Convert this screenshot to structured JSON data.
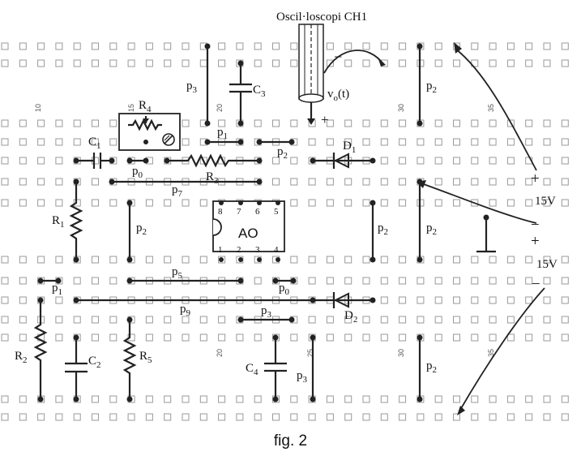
{
  "figure": {
    "caption": "fig. 2",
    "oscilloscope": "Oscil·loscopi CH1",
    "output_label": "v",
    "output_sub": "o",
    "output_suffix": "(t)"
  },
  "supply": {
    "voltage_top": "15V",
    "voltage_bottom": "15V",
    "plus": "+",
    "minus": "−"
  },
  "column_numbers": [
    "10",
    "15",
    "20",
    "25",
    "30",
    "35"
  ],
  "opamp": {
    "label": "AO",
    "top_pins": [
      "8",
      "7",
      "6",
      "5"
    ],
    "bottom_pins": [
      "1",
      "2",
      "3",
      "4"
    ]
  },
  "components": {
    "R1": {
      "base": "R",
      "sub": "1"
    },
    "R2": {
      "base": "R",
      "sub": "2"
    },
    "R3": {
      "base": "R",
      "sub": "3"
    },
    "R4": {
      "base": "R",
      "sub": "4"
    },
    "R5": {
      "base": "R",
      "sub": "5"
    },
    "C1": {
      "base": "C",
      "sub": "1"
    },
    "C2": {
      "base": "C",
      "sub": "2"
    },
    "C3": {
      "base": "C",
      "sub": "3"
    },
    "C4": {
      "base": "C",
      "sub": "4"
    },
    "D1": {
      "base": "D",
      "sub": "1"
    },
    "D2": {
      "base": "D",
      "sub": "2"
    }
  },
  "jumpers": {
    "p0a": {
      "base": "p",
      "sub": "0"
    },
    "p0b": {
      "base": "p",
      "sub": "0"
    },
    "p1a": {
      "base": "p",
      "sub": "1"
    },
    "p1b": {
      "base": "p",
      "sub": "1"
    },
    "p2a": {
      "base": "p",
      "sub": "2"
    },
    "p2b": {
      "base": "p",
      "sub": "2"
    },
    "p2c": {
      "base": "p",
      "sub": "2"
    },
    "p2d": {
      "base": "p",
      "sub": "2"
    },
    "p2e": {
      "base": "p",
      "sub": "2"
    },
    "p2f": {
      "base": "p",
      "sub": "2"
    },
    "p3a": {
      "base": "p",
      "sub": "3"
    },
    "p3b": {
      "base": "p",
      "sub": "3"
    },
    "p3c": {
      "base": "p",
      "sub": "3"
    },
    "p5": {
      "base": "p",
      "sub": "5"
    },
    "p7": {
      "base": "p",
      "sub": "7"
    },
    "p9": {
      "base": "p",
      "sub": "9"
    }
  }
}
